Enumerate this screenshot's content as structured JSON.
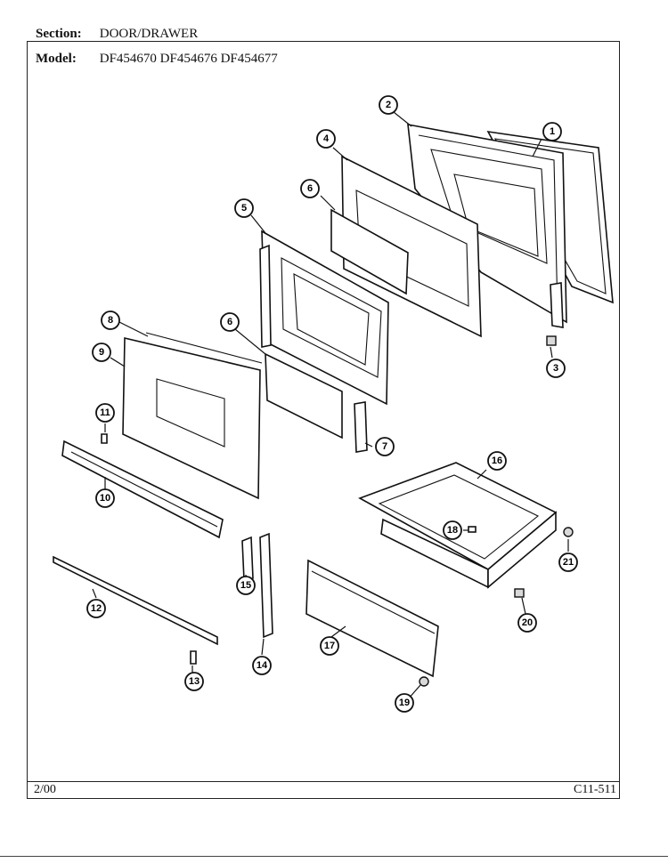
{
  "header": {
    "section_label": "Section:",
    "section_value": "DOOR/DRAWER",
    "model_label": "Model:",
    "model_value": "DF454670 DF454676 DF454677"
  },
  "footer": {
    "date": "2/00",
    "code": "C11-511"
  },
  "callouts": [
    "1",
    "2",
    "3",
    "4",
    "5",
    "6",
    "6",
    "7",
    "8",
    "9",
    "10",
    "11",
    "12",
    "13",
    "14",
    "15",
    "16",
    "17",
    "18",
    "19",
    "20",
    "21"
  ]
}
